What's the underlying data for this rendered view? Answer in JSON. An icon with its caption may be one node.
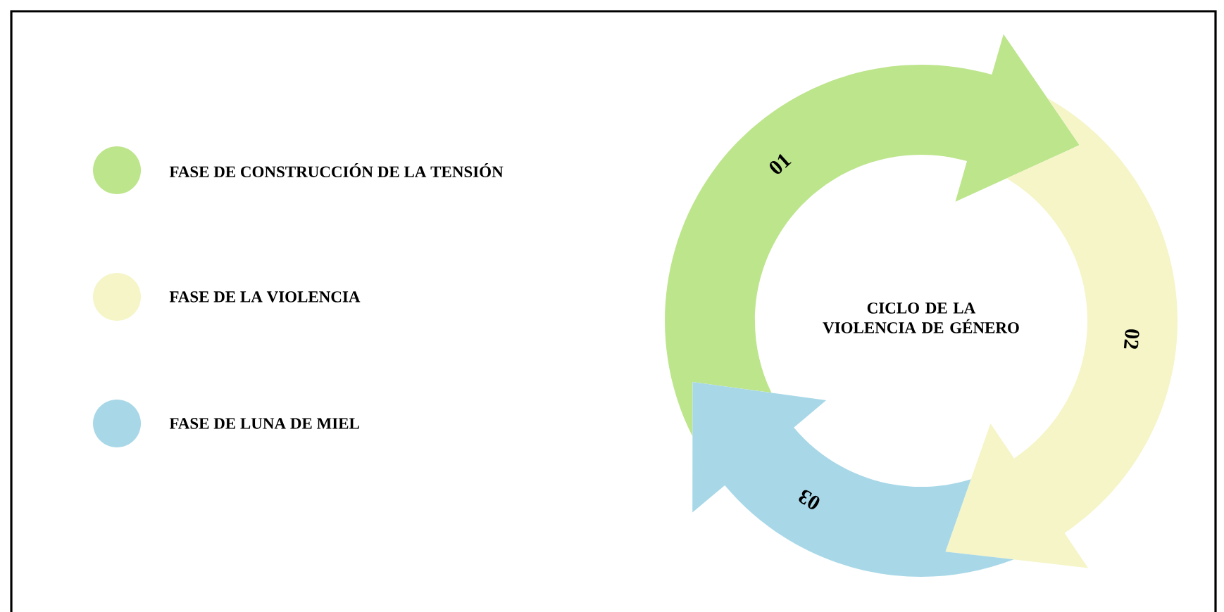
{
  "diagram": {
    "nodes": [
      {
        "text": [
          "01"
        ]
      },
      {
        "text": [
          "02"
        ]
      },
      {
        "text": [
          "03"
        ]
      }
    ],
    "labels": [
      "CICLO DE LA VIOLENCIA DE GÉNERO"
    ],
    "legend": [
      {
        "text": "FASE DE CONSTRUCCIÓN DE LA TENSIÓN",
        "color": "#bde58c"
      },
      {
        "text": "FASE DE LA VIOLENCIA",
        "color": "#f5f5c8"
      },
      {
        "text": "FASE DE LUNA DE MIEL",
        "color": "#a8d8e8"
      }
    ]
  }
}
